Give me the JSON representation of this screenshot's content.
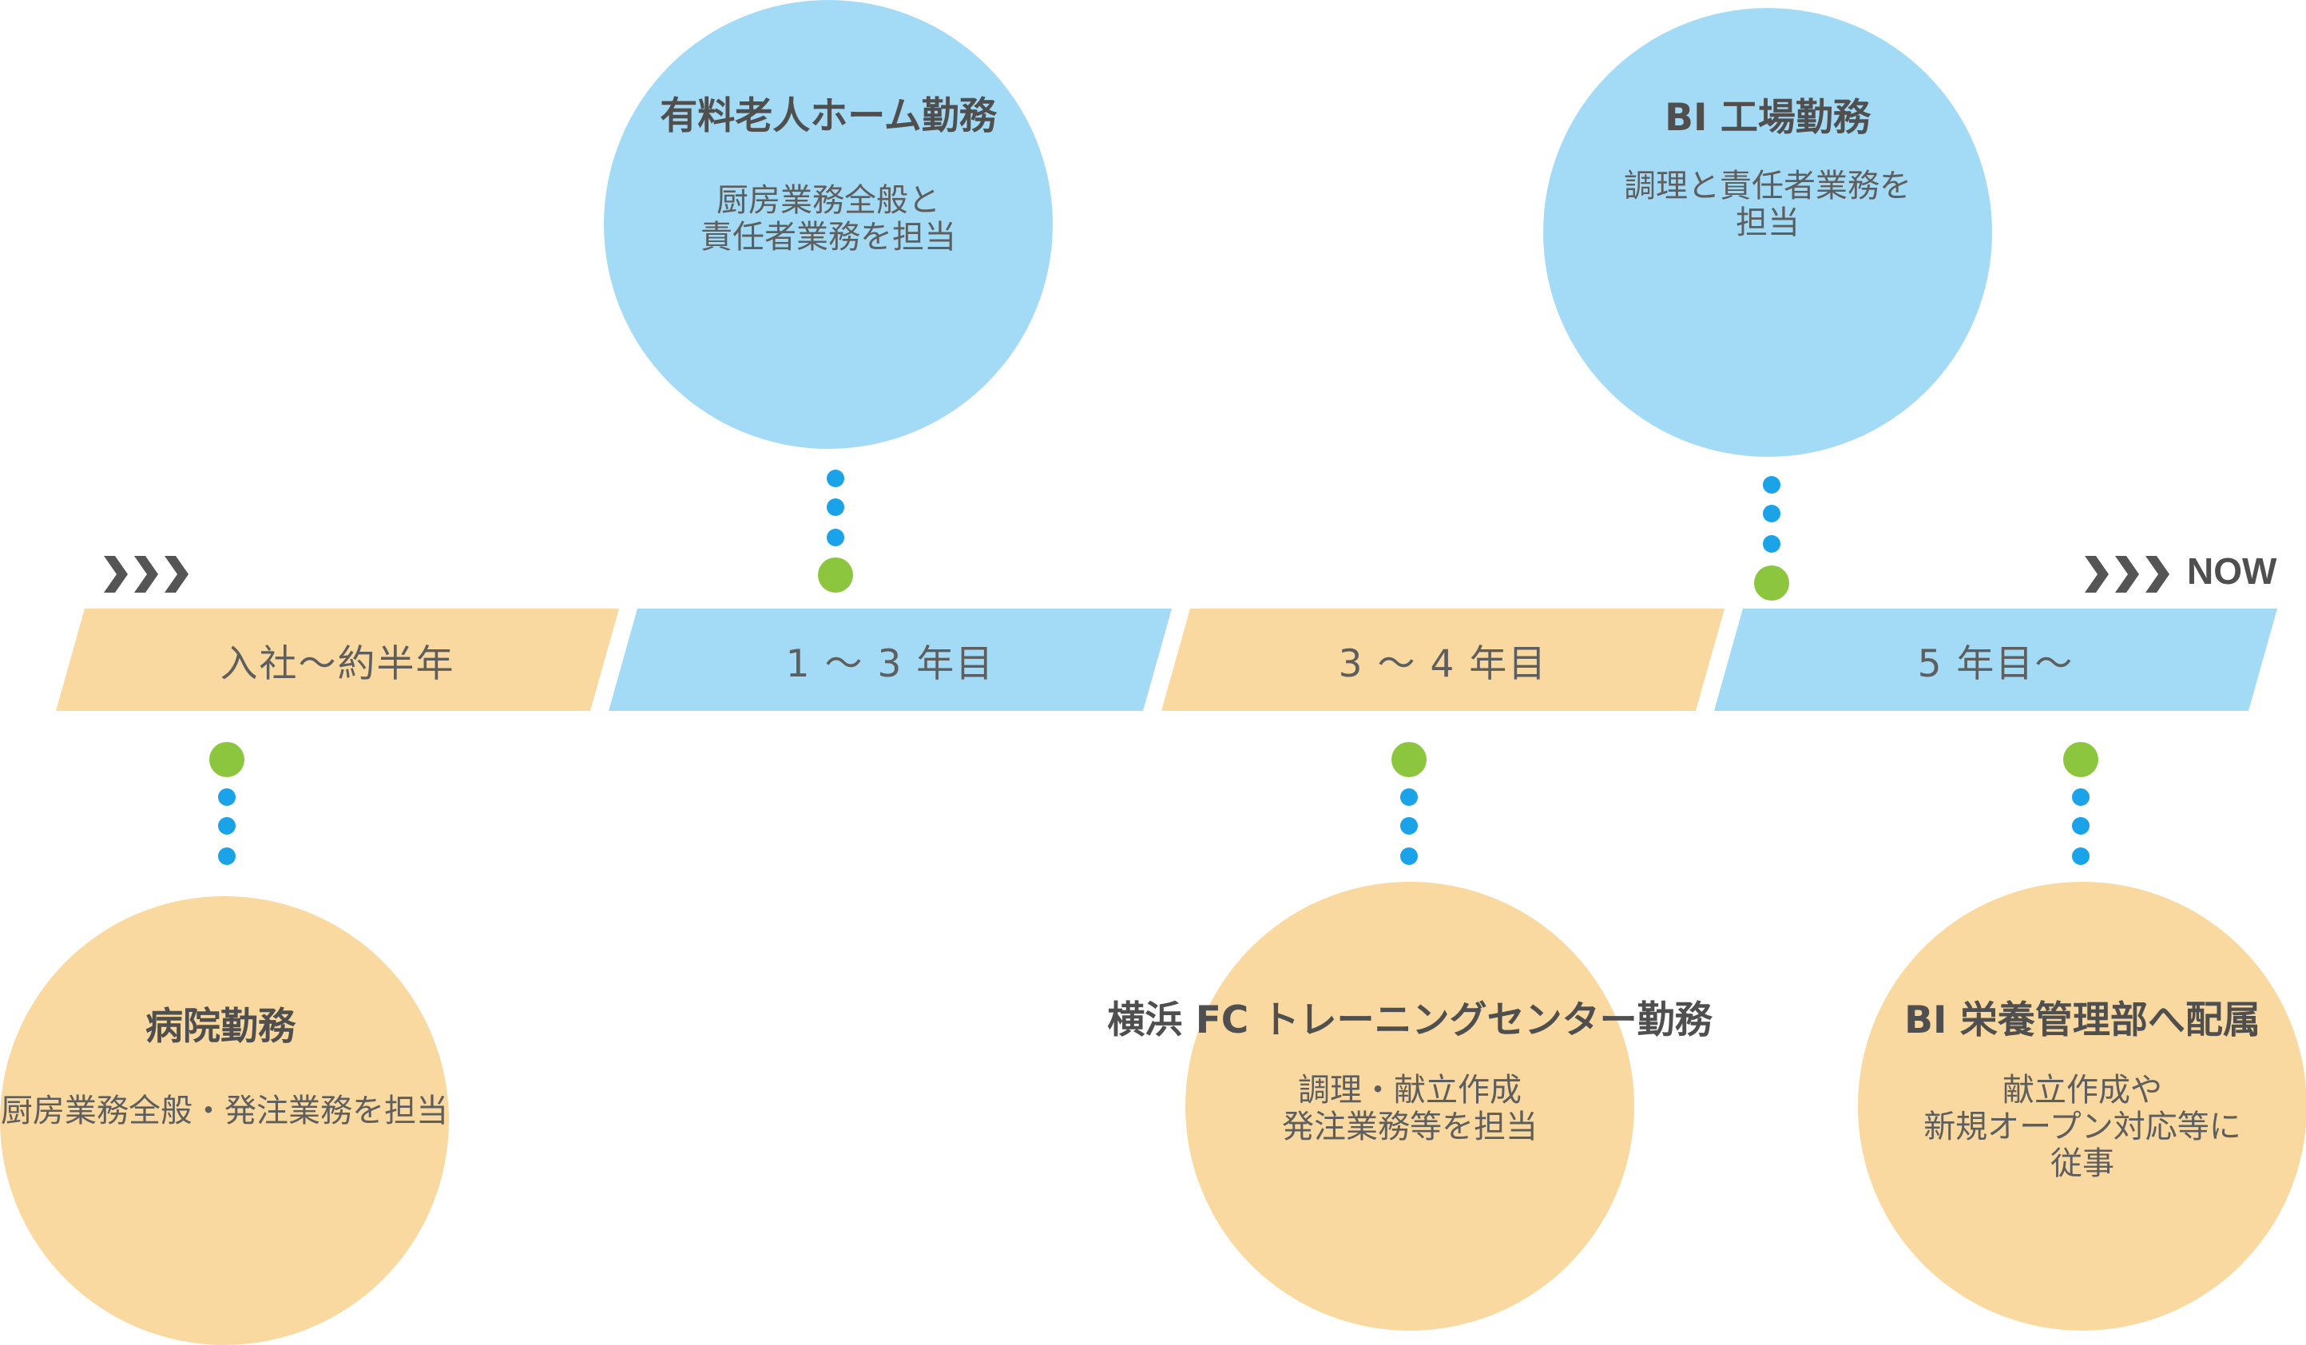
{
  "now_label": "NOW",
  "periods": [
    {
      "label": "入社〜約半年",
      "color": "#f9d9a0"
    },
    {
      "label": "1 〜 3 年目",
      "color": "#a3dbf7"
    },
    {
      "label": "3 〜 4 年目",
      "color": "#f9d9a0"
    },
    {
      "label": "5 年目〜",
      "color": "#a3dbf7"
    }
  ],
  "milestones": {
    "hospital": {
      "title": "病院勤務",
      "body": "厨房業務全般・発注業務を担当"
    },
    "nursing_home": {
      "title": "有料老人ホーム勤務",
      "body": "厨房業務全般と\n責任者業務を担当"
    },
    "yokohama": {
      "title": "横浜 FC トレーニングセンター勤務",
      "body": "調理・献立作成\n発注業務等を担当"
    },
    "bi_factory": {
      "title": "BI 工場勤務",
      "body": "調理と責任者業務を\n担当"
    },
    "bi_nutrition": {
      "title": "BI 栄養管理部へ配属",
      "body": "献立作成や\n新規オープン対応等に\n従事"
    }
  },
  "colors": {
    "peach": "#f9d9a0",
    "blue": "#a3dbf7",
    "connector_dot": "#1aa3e8",
    "node_dot": "#8cc63f",
    "chevron": "#555555"
  }
}
